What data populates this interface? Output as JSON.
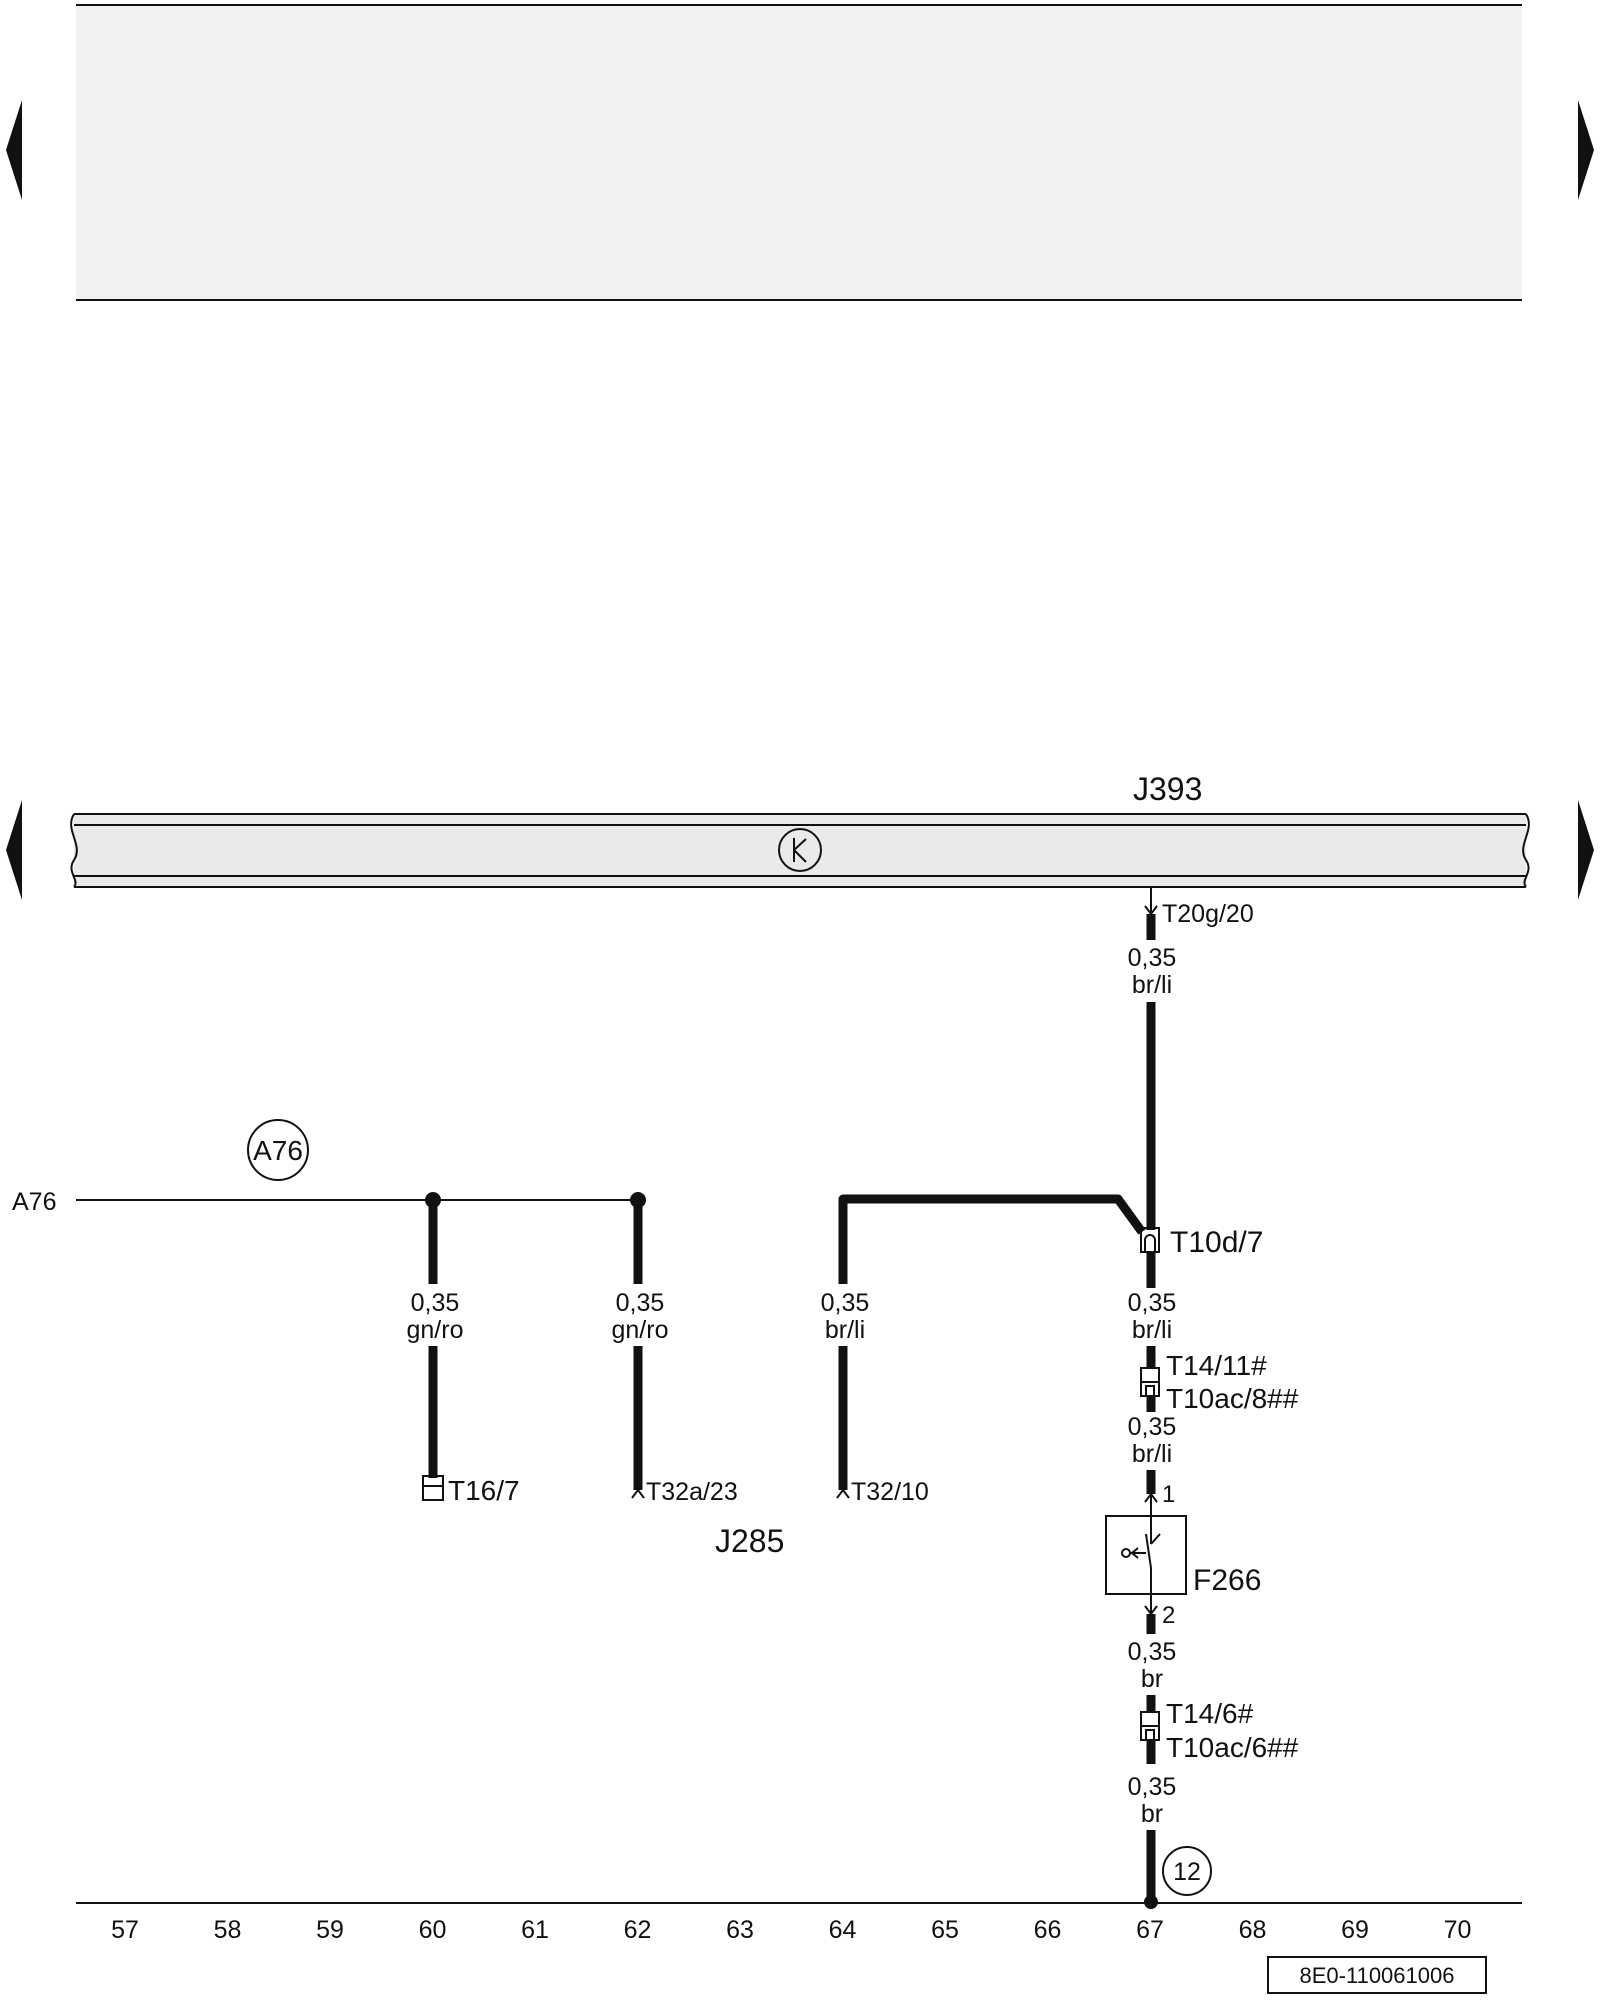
{
  "components": {
    "control_unit_top": "J393",
    "control_unit_bottom": "J285",
    "switch": "F266"
  },
  "bus": {
    "name": "A76",
    "label_circled": "A76"
  },
  "connectors": {
    "t20g_20": "T20g/20",
    "t10d_7": "T10d/7",
    "t14_11": "T14/11#",
    "t10ac_8": "T10ac/8##",
    "t14_6": "T14/6#",
    "t10ac_6": "T10ac/6##",
    "t16_7": "T16/7",
    "t32a_23": "T32a/23",
    "t32_10": "T32/10",
    "pin_1": "1",
    "pin_2": "2"
  },
  "wires": [
    {
      "size": "0,35",
      "color": "br/li"
    },
    {
      "size": "0,35",
      "color": "gn/ro"
    },
    {
      "size": "0,35",
      "color": "gn/ro"
    },
    {
      "size": "0,35",
      "color": "br/li"
    },
    {
      "size": "0,35",
      "color": "br/li"
    },
    {
      "size": "0,35",
      "color": "br/li"
    },
    {
      "size": "0,35",
      "color": "br"
    },
    {
      "size": "0,35",
      "color": "br"
    }
  ],
  "ground_point": "12",
  "grid_numbers": [
    "57",
    "58",
    "59",
    "60",
    "61",
    "62",
    "63",
    "64",
    "65",
    "66",
    "67",
    "68",
    "69",
    "70"
  ],
  "drawing_id": "8E0-110061006",
  "colors": {
    "panel_fill": "#f2f2f2",
    "component_fill": "#e8e8e8",
    "ink": "#111111"
  }
}
